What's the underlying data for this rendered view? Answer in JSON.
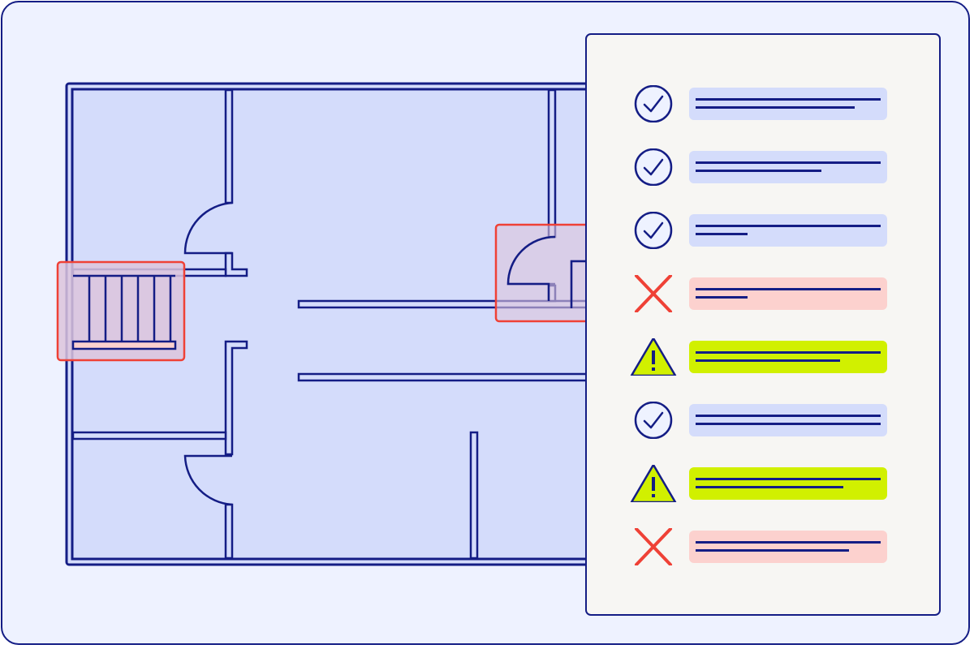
{
  "colors": {
    "frame_border": "#141d85",
    "frame_background": "#eef2ff",
    "floor_fill": "#d4dcfb",
    "highlight_border": "#ef4136",
    "highlight_fill": "#dcc4dc",
    "panel_background": "#f7f6f3",
    "pass": "#d4dcfb",
    "fail": "#fcd1ce",
    "warning": "#d1f000"
  },
  "plan": {
    "highlights": [
      "stairs",
      "door"
    ]
  },
  "checklist": {
    "items": [
      {
        "status": "pass",
        "icon": "check-circle-icon",
        "second_line_fraction": 0.86
      },
      {
        "status": "pass",
        "icon": "check-circle-icon",
        "second_line_fraction": 0.68
      },
      {
        "status": "pass",
        "icon": "check-circle-icon",
        "second_line_fraction": 0.28
      },
      {
        "status": "fail",
        "icon": "cross-icon",
        "second_line_fraction": 0.28
      },
      {
        "status": "warning",
        "icon": "warning-triangle-icon",
        "second_line_fraction": 0.78
      },
      {
        "status": "pass",
        "icon": "check-circle-icon",
        "second_line_fraction": 1.0
      },
      {
        "status": "warning",
        "icon": "warning-triangle-icon",
        "second_line_fraction": 0.8
      },
      {
        "status": "fail",
        "icon": "cross-icon",
        "second_line_fraction": 0.83
      }
    ]
  }
}
